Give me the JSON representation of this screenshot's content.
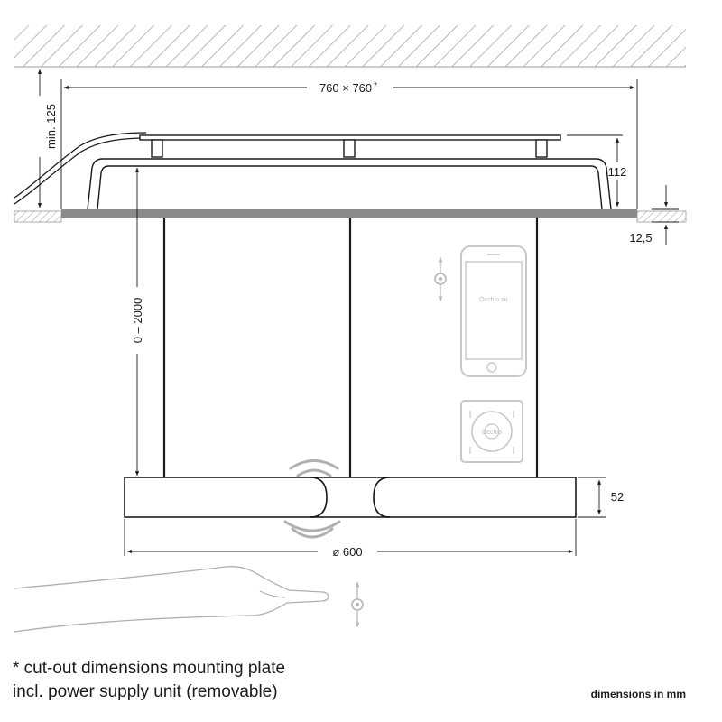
{
  "dimensions": {
    "cutout_width": "760 × 760",
    "cutout_asterisk": "*",
    "min_depth": "min. 125",
    "plate_height": "112",
    "ceiling_thickness": "12,5",
    "suspension_length": "0 – 2000",
    "fixture_height": "52",
    "diameter": "ø 600"
  },
  "devices": {
    "phone_app_label": "Occhio air",
    "remote_label": "Occhio"
  },
  "footnote": {
    "line1": "* cut-out dimensions mounting plate",
    "line2": "incl. power supply unit (removable)"
  },
  "units_label": "dimensions in mm",
  "colors": {
    "line": "#1a1a1a",
    "ceiling_hatch": "#9a9a9a",
    "ceiling_band": "#8a8a8a",
    "device_gray": "#c8c8c8",
    "sensor_waves": "#b0b0b0"
  }
}
